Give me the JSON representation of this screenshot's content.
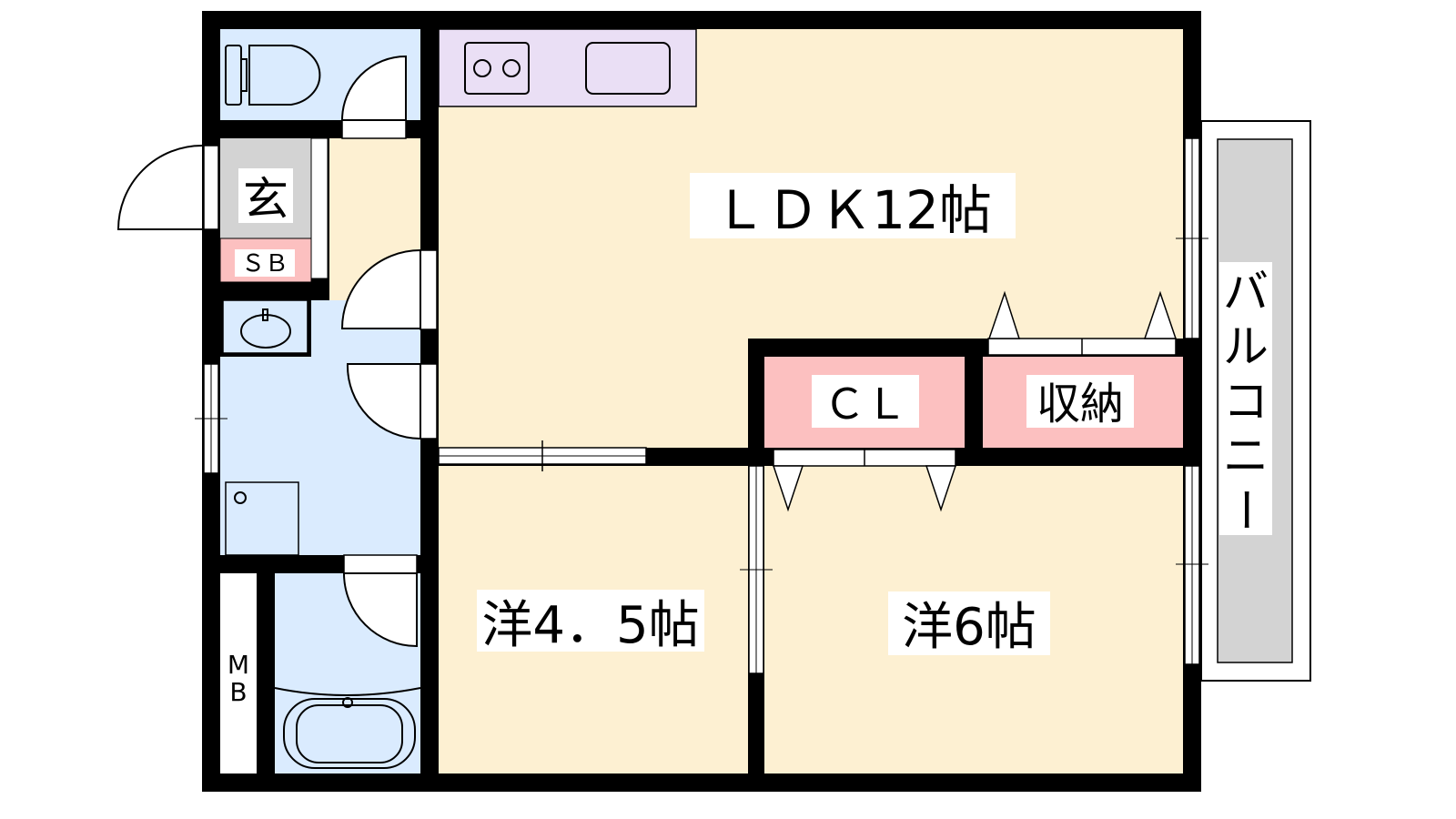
{
  "rooms": {
    "ldk": "ＬＤＫ12帖",
    "western_small": "洋4．5帖",
    "western_large": "洋6帖",
    "closet": "ＣＬ",
    "storage": "収納",
    "entrance": "玄",
    "shoe_box": "ＳＢ",
    "meter_box_1": "M",
    "meter_box_2": "B",
    "balcony": [
      "バ",
      "ル",
      "コ",
      "ニ",
      "ー"
    ]
  },
  "colors": {
    "wall": "#000000",
    "living": "#FDF0D2",
    "wet": "#DAEBFE",
    "storage": "#FCC0C0",
    "kitchen": "#EADFF5",
    "entrance": "#D3D3D3",
    "balcony": "#D3D3D3"
  }
}
